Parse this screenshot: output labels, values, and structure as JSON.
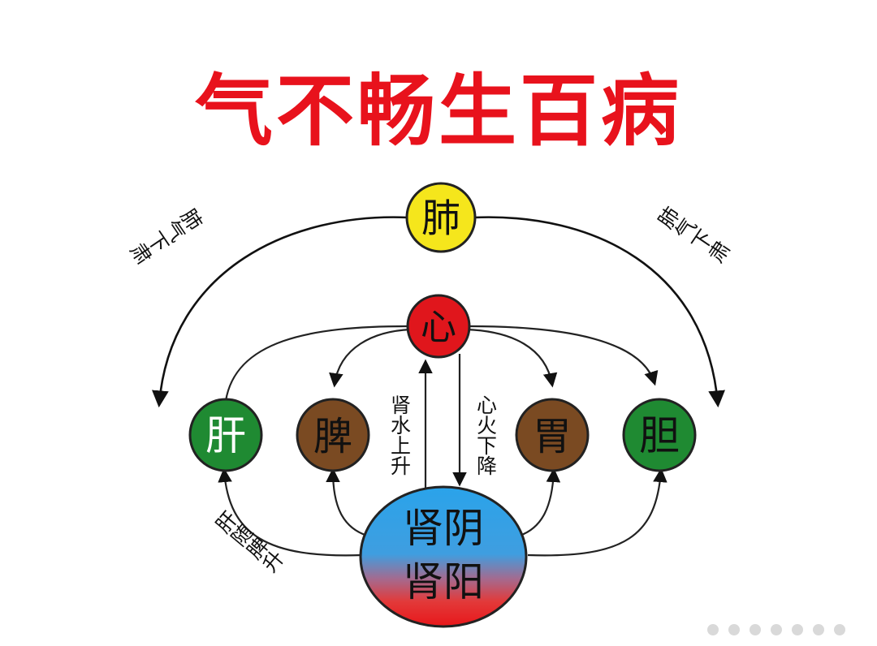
{
  "title": "气不畅生百病",
  "colors": {
    "title": "#e8121c",
    "lung": "#f5e61c",
    "heart": "#e0161c",
    "wood": "#1f8a32",
    "earth": "#7a4a22",
    "kidney_top": "#2a9fe6",
    "kidney_bottom": "#e81c1c"
  },
  "nodes": {
    "lung": "肺",
    "heart": "心",
    "liver": "肝",
    "spleen": "脾",
    "stomach": "胃",
    "gallbladder": "胆",
    "kidney_yin": "肾阴",
    "kidney_yang": "肾阳"
  },
  "labels": {
    "lung_left": "肺气下肃",
    "lung_right": "肺气下肃",
    "kidney_up": "肾水上升",
    "heart_down": "心火下降",
    "liver_spleen": "肝随脾升"
  }
}
